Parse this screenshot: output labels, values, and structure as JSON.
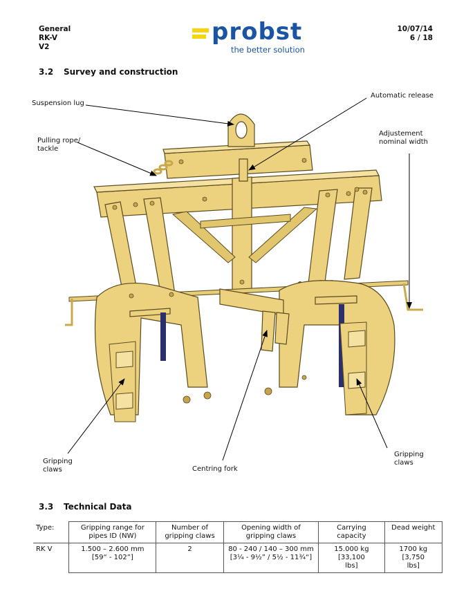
{
  "header": {
    "left": [
      "General",
      "RK-V",
      "V2"
    ],
    "date": "10/07/14",
    "page": "6 / 18",
    "logo": {
      "brand": "probst",
      "tagline": "the better solution",
      "brand_color": "#1a54a3",
      "mark_color": "#f6d40e"
    }
  },
  "section_32": {
    "number": "3.2",
    "title": "Survey and construction"
  },
  "callouts": {
    "suspension_lug": "Suspension lug",
    "automatic_release": "Automatic release",
    "pulling_rope_1": "Pulling rope/",
    "pulling_rope_2": "tackle",
    "adjustement_1": "Adjustement",
    "adjustement_2": "nominal width",
    "gripping_left_1": "Gripping",
    "gripping_left_2": "claws",
    "centring_fork": "Centring fork",
    "gripping_right_1": "Gripping",
    "gripping_right_2": "claws"
  },
  "section_33": {
    "number": "3.3",
    "title": "Technical Data"
  },
  "table": {
    "type_label": "Type:",
    "headers": [
      [
        "Gripping range for",
        "pipes ID (NW)"
      ],
      [
        "Number of",
        "gripping claws"
      ],
      [
        "Opening width of",
        "gripping claws"
      ],
      [
        "Carrying capacity"
      ],
      [
        "Dead weight"
      ]
    ],
    "row_type": "RK V",
    "cells": [
      [
        "1.500 – 2.600 mm",
        "[59“ - 102”]"
      ],
      [
        "2"
      ],
      [
        "80 - 240 / 140 – 300 mm",
        "[3¼ - 9½” / 5½  - 11¾“]"
      ],
      [
        "15.000 kg [33,100",
        "lbs]"
      ],
      [
        "1700 kg [3,750",
        "lbs]"
      ]
    ]
  },
  "colors": {
    "frame": "#ecd27f",
    "frame_stroke": "#5a4a1e",
    "claw_pad": "#2b2f6b"
  }
}
